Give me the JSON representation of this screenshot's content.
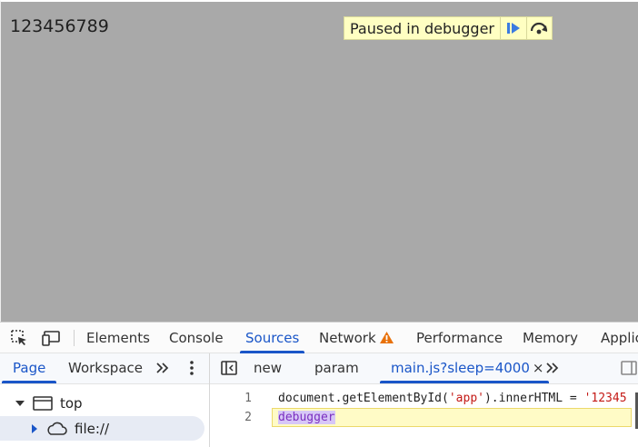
{
  "page": {
    "app_text": "123456789"
  },
  "paused_overlay": {
    "label": "Paused in debugger",
    "resume_icon": "resume-icon",
    "step_over_icon": "step-over-icon"
  },
  "devtools": {
    "main_tabs": [
      {
        "label": "Elements"
      },
      {
        "label": "Console"
      },
      {
        "label": "Sources",
        "active": true
      },
      {
        "label": "Network",
        "warning": true
      },
      {
        "label": "Performance"
      },
      {
        "label": "Memory"
      },
      {
        "label": "Applic"
      }
    ],
    "toolbar_icons": [
      "inspect-element-icon",
      "device-toolbar-icon"
    ],
    "sources": {
      "navigator_tabs": [
        {
          "label": "Page",
          "active": true
        },
        {
          "label": "Workspace"
        }
      ],
      "more_tabs_icon": "chevron-double-right-icon",
      "menu_icon": "more-vert-icon",
      "file_tabs": [
        {
          "label": "new"
        },
        {
          "label": "param"
        },
        {
          "label": "main.js?sleep=4000",
          "active": true,
          "close": "×"
        }
      ],
      "tree": [
        {
          "label": "top",
          "icon": "frame-icon"
        },
        {
          "label": "file://",
          "icon": "cloud-icon"
        }
      ],
      "code": [
        {
          "num": "1",
          "prefix": "document.getElementById(",
          "str": "'app'",
          "middle": ").innerHTML = ",
          "tail": "'12345"
        },
        {
          "num": "2",
          "keyword": "debugger"
        }
      ]
    }
  },
  "colors": {
    "accent": "#1a56c8",
    "viewport_bg": "#a9a9a9",
    "overlay_bg": "#ffffc2",
    "warning": "#e8710a"
  }
}
